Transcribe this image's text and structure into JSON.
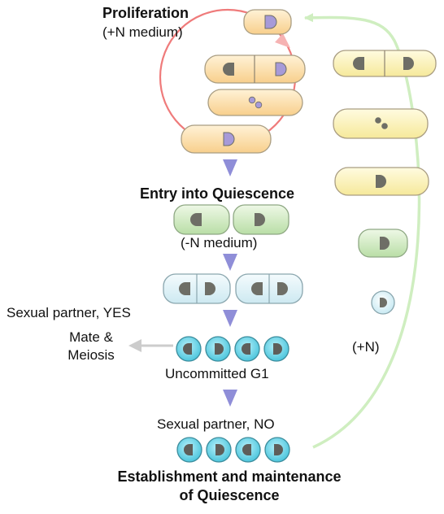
{
  "labels": {
    "proliferation_title": "Proliferation",
    "proliferation_medium": "(+N medium)",
    "entry_title": "Entry into Quiescence",
    "minus_n_medium": "(-N medium)",
    "sexual_yes": "Sexual partner, YES",
    "mate_meiosis_1": "Mate &",
    "mate_meiosis_2": "Meiosis",
    "uncommitted_g1": "Uncommitted G1",
    "sexual_no": "Sexual partner, NO",
    "establishment_1": "Establishment and maintenance",
    "establishment_2": "of Quiescence",
    "plus_n": "(+N)"
  },
  "colors": {
    "proliferation_cell": "#fbdca6",
    "recovery_cell": "#fbf2b0",
    "quiescence_entry_cell": "#cfe9c0",
    "pale_blue_cell": "#dff1f6",
    "g1_cell": "#6fd6e8",
    "nucleus_dark": "#6e6e66",
    "nucleus_purple": "#a79ad8",
    "cell_outline": "#9a8f7a",
    "stage_arrow": "#8f8ed8",
    "cycle_circle": "#ef7b7b",
    "return_arrow": "#cfeec0",
    "mate_arrow": "#cccccc"
  }
}
